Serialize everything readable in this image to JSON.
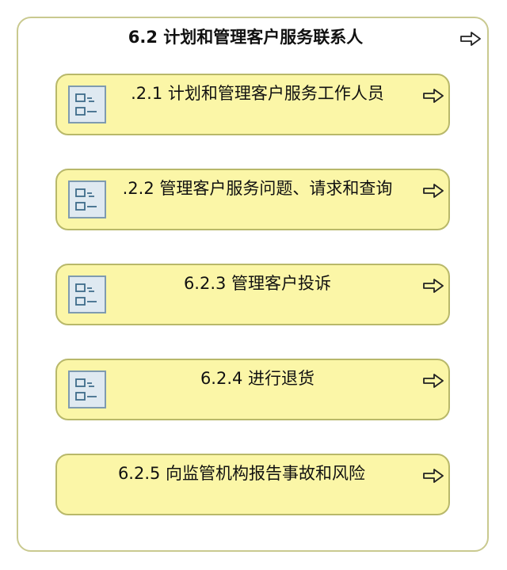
{
  "diagram": {
    "title": "6.2 计划和管理客户服务联系人",
    "items": [
      {
        "label": ".2.1 计划和管理客户服务工作人员",
        "has_icon": true
      },
      {
        "label": ".2.2 管理客户服务问题、请求和查询",
        "has_icon": true
      },
      {
        "label": "6.2.3 管理客户投诉",
        "has_icon": true
      },
      {
        "label": "6.2.4 进行退货",
        "has_icon": true
      },
      {
        "label": "6.2.5 向监管机构报告事故和风险",
        "has_icon": false
      }
    ]
  },
  "icons": {
    "arrow": "outline-right-arrow-icon",
    "process": "process-list-icon"
  },
  "colors": {
    "container_border": "#c9c98f",
    "box_fill": "#fbf6a7",
    "box_border": "#b8b86a",
    "icon_fill": "#dfe9f1",
    "icon_border": "#7f9bb0"
  }
}
